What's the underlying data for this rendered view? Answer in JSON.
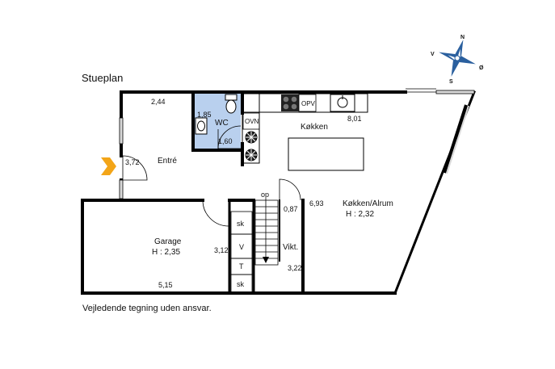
{
  "plan_title": "Stueplan",
  "disclaimer": "Vejledende tegning uden ansvar.",
  "compass": {
    "n": "N",
    "s": "S",
    "e": "Ø",
    "w": "V"
  },
  "rooms": {
    "wc": "WC",
    "kitchen": "Køkken",
    "entry": "Entré",
    "garage": "Garage",
    "garage_height": "H : 2,35",
    "kitchen_alrum": "Køkken/Alrum",
    "kitchen_alrum_height": "H : 2,32",
    "vikt": "Vikt."
  },
  "fixtures": {
    "opv": "OPV",
    "ovn": "OVN",
    "sk": "sk",
    "v": "V",
    "t": "T",
    "op": "op"
  },
  "dimensions": {
    "d_2_44": "2,44",
    "d_1_85": "1,85",
    "d_1_60": "1,60",
    "d_8_01": "8,01",
    "d_3_72": "3,72",
    "d_6_93": "6,93",
    "d_0_87": "0,87",
    "d_3_12": "3,12",
    "d_3_22": "3,22",
    "d_5_15": "5,15"
  },
  "colors": {
    "wc_fill": "#b9d0ee",
    "wall": "#000000",
    "entry_arrow": "#f3a518",
    "window": "#d9d9d9"
  }
}
